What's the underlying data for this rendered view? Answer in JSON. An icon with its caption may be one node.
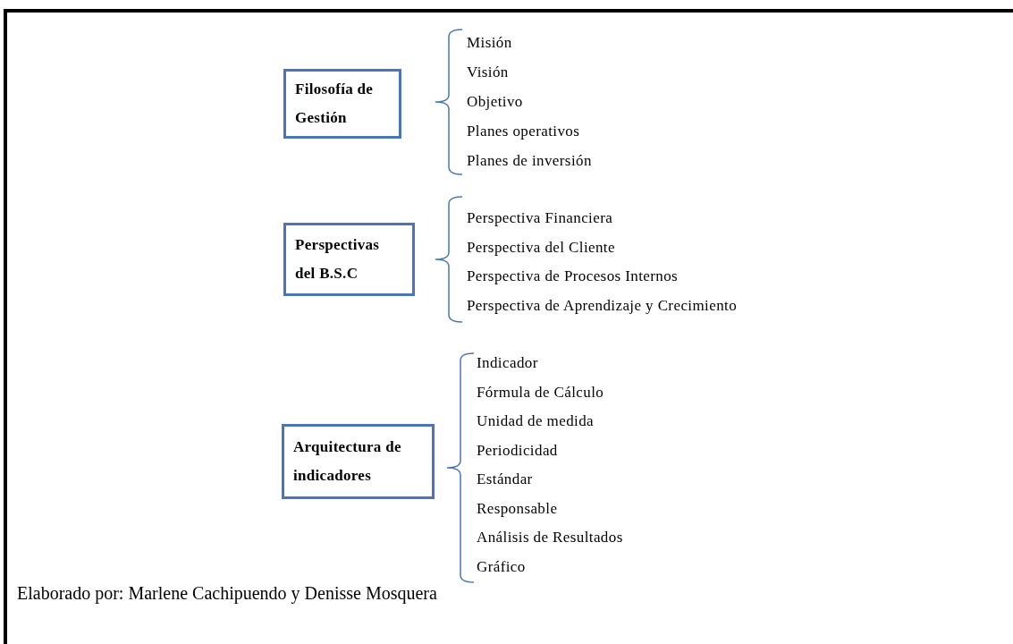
{
  "diagram": {
    "caption": "Elaborado por: Marlene Cachipuendo y Denisse Mosquera",
    "nodes": [
      {
        "text": [
          "Filosofía de Gestión"
        ]
      },
      {
        "text": [
          "Perspectivas del B.S.C"
        ]
      },
      {
        "text": [
          "Arquitectura de indicadores"
        ]
      }
    ],
    "labels": [
      "Misión",
      "Visión",
      "Objetivo",
      "Planes operativos",
      "Planes de inversión",
      "Perspectiva Financiera",
      "Perspectiva del Cliente",
      "Perspectiva de Procesos Internos",
      "Perspectiva de Aprendizaje y Crecimiento",
      "Indicador",
      "Fórmula de Cálculo",
      "Unidad de medida",
      "Periodicidad",
      "Estándar",
      "Responsable",
      "Análisis de Resultados",
      "Gráfico"
    ]
  }
}
